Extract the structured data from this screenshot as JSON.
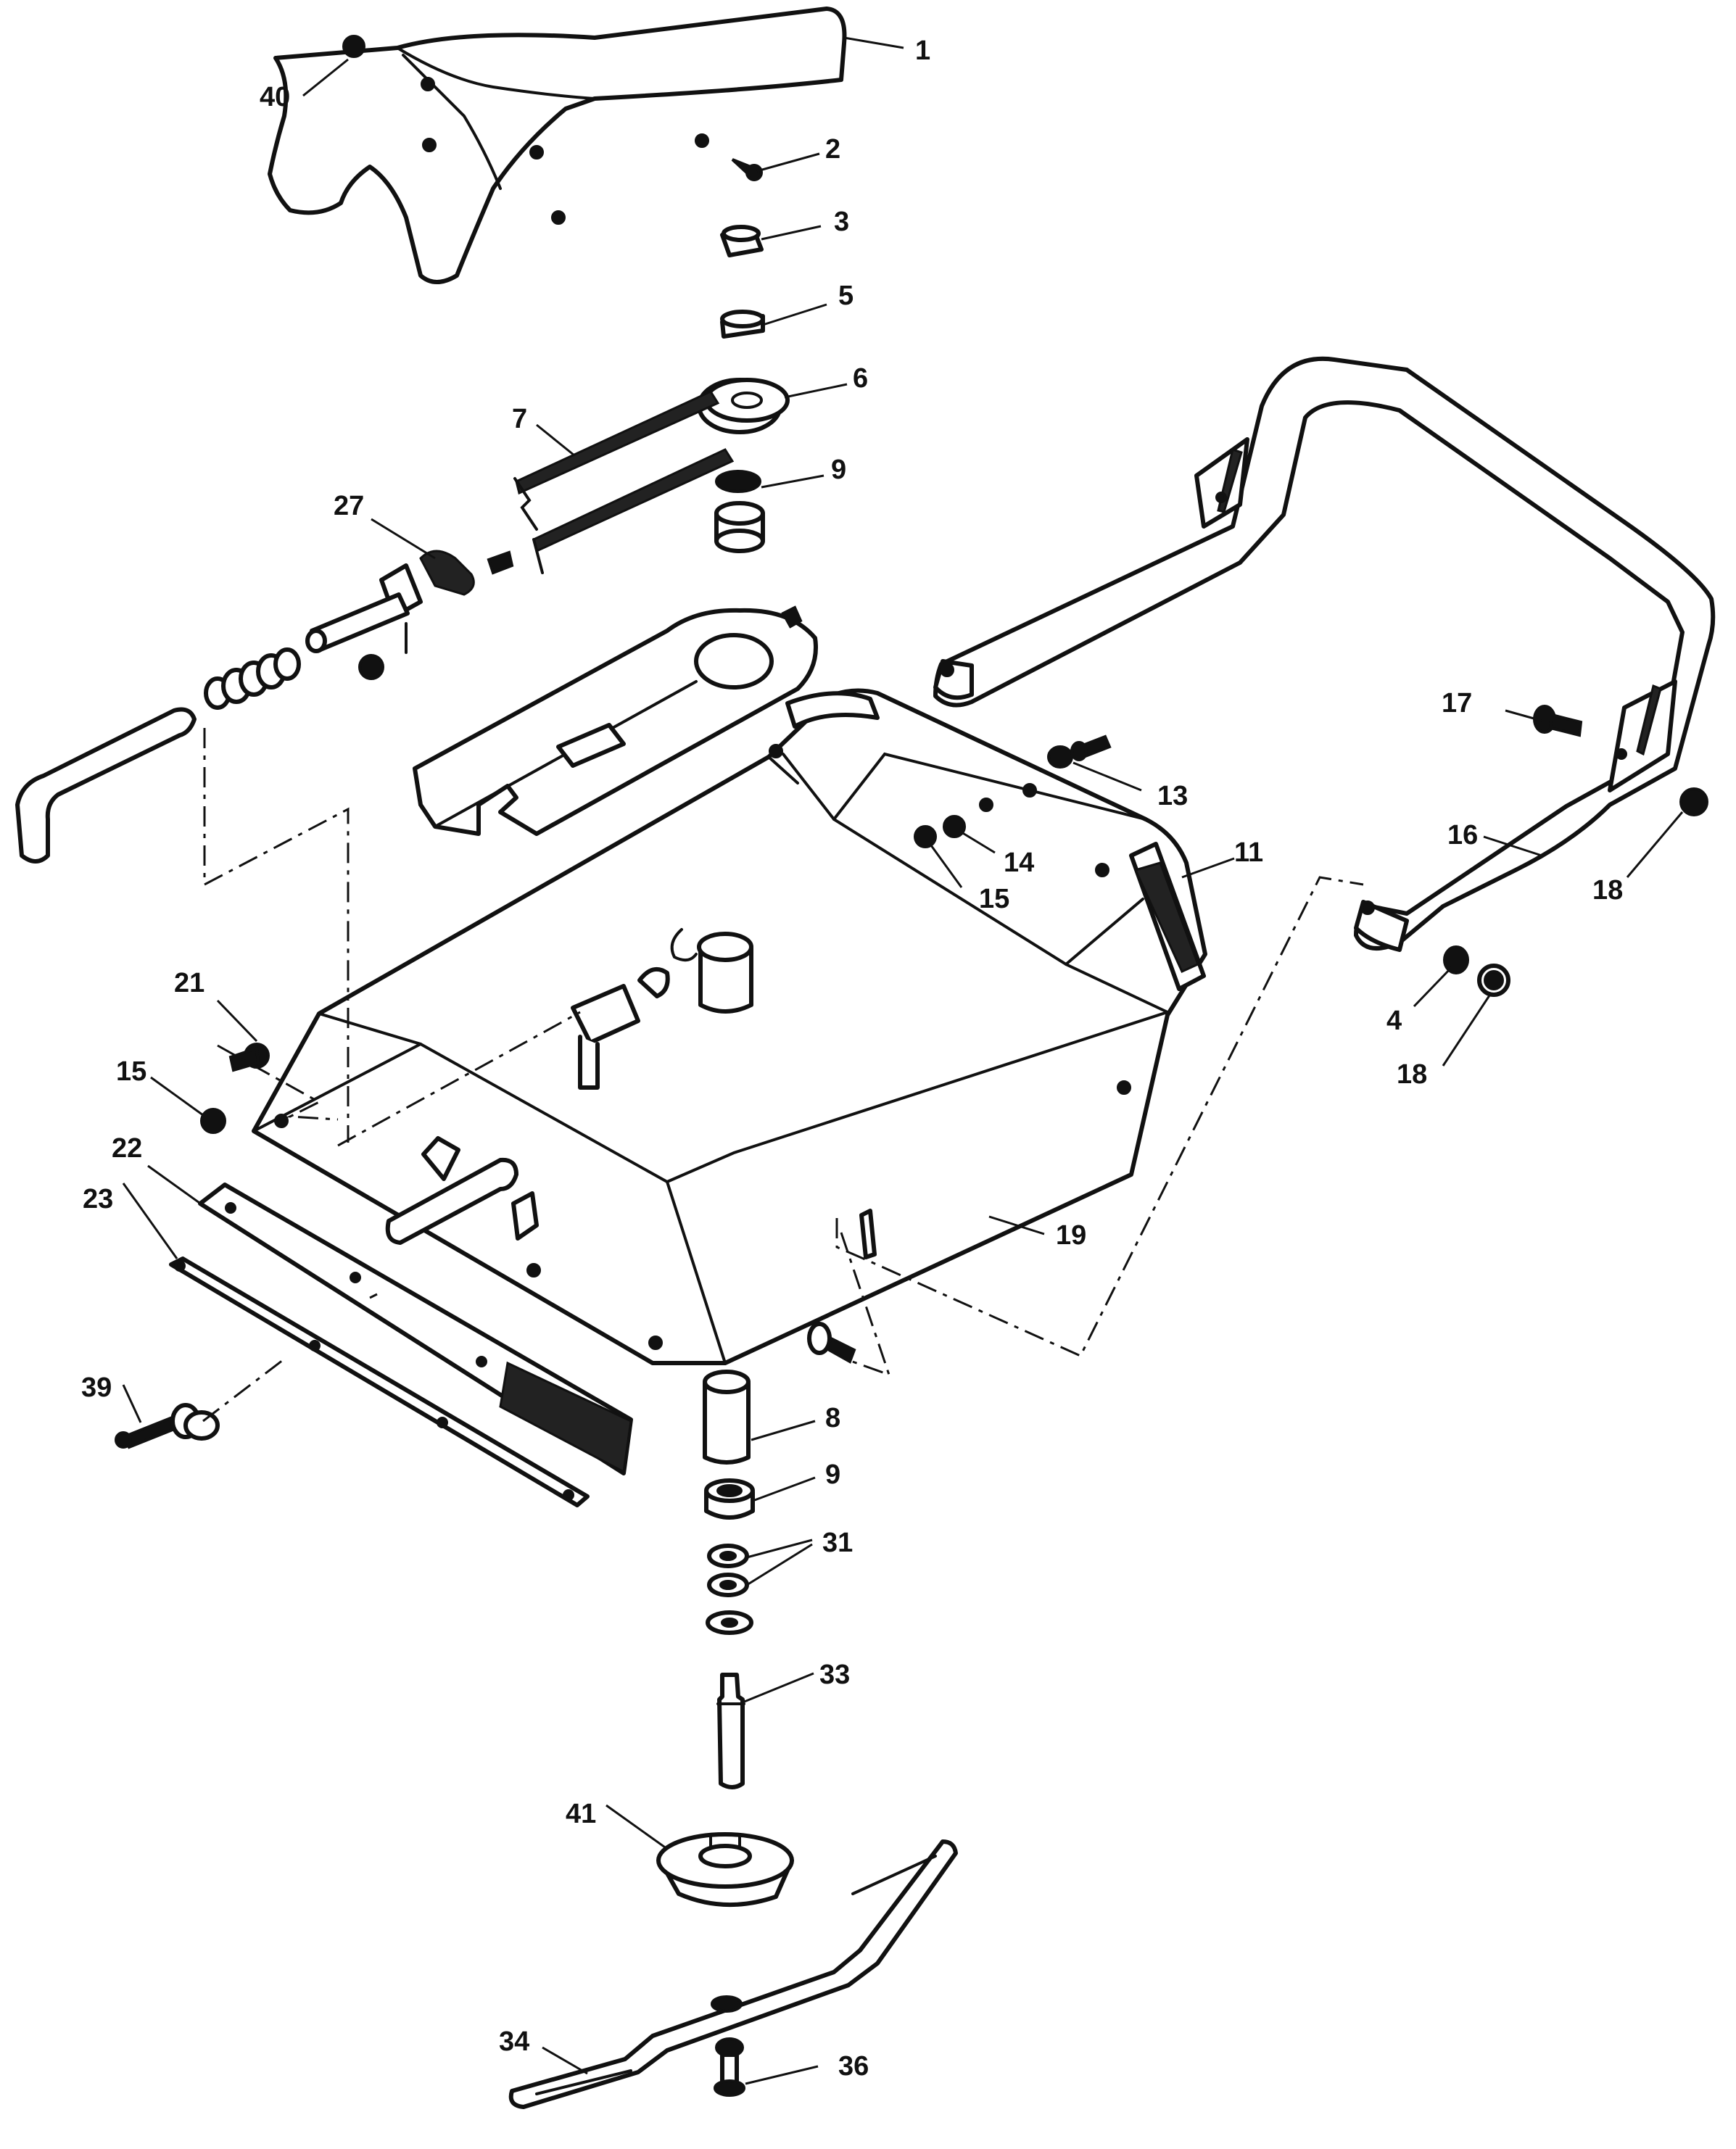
{
  "diagram": {
    "type": "exploded-parts-view",
    "callouts": [
      {
        "id": "c1",
        "label": "1"
      },
      {
        "id": "c40",
        "label": "40"
      },
      {
        "id": "c2",
        "label": "2"
      },
      {
        "id": "c3",
        "label": "3"
      },
      {
        "id": "c5",
        "label": "5"
      },
      {
        "id": "c6",
        "label": "6"
      },
      {
        "id": "c7",
        "label": "7"
      },
      {
        "id": "c9a",
        "label": "9"
      },
      {
        "id": "c27",
        "label": "27"
      },
      {
        "id": "c13",
        "label": "13"
      },
      {
        "id": "c17",
        "label": "17"
      },
      {
        "id": "c14",
        "label": "14"
      },
      {
        "id": "c15a",
        "label": "15"
      },
      {
        "id": "c11",
        "label": "11"
      },
      {
        "id": "c16",
        "label": "16"
      },
      {
        "id": "c18a",
        "label": "18"
      },
      {
        "id": "c21",
        "label": "21"
      },
      {
        "id": "c4",
        "label": "4"
      },
      {
        "id": "c18b",
        "label": "18"
      },
      {
        "id": "c15b",
        "label": "15"
      },
      {
        "id": "c22",
        "label": "22"
      },
      {
        "id": "c23",
        "label": "23"
      },
      {
        "id": "c19",
        "label": "19"
      },
      {
        "id": "c39",
        "label": "39"
      },
      {
        "id": "c8",
        "label": "8"
      },
      {
        "id": "c9b",
        "label": "9"
      },
      {
        "id": "c31",
        "label": "31"
      },
      {
        "id": "c33",
        "label": "33"
      },
      {
        "id": "c41",
        "label": "41"
      },
      {
        "id": "c34",
        "label": "34"
      },
      {
        "id": "c36",
        "label": "36"
      }
    ]
  }
}
